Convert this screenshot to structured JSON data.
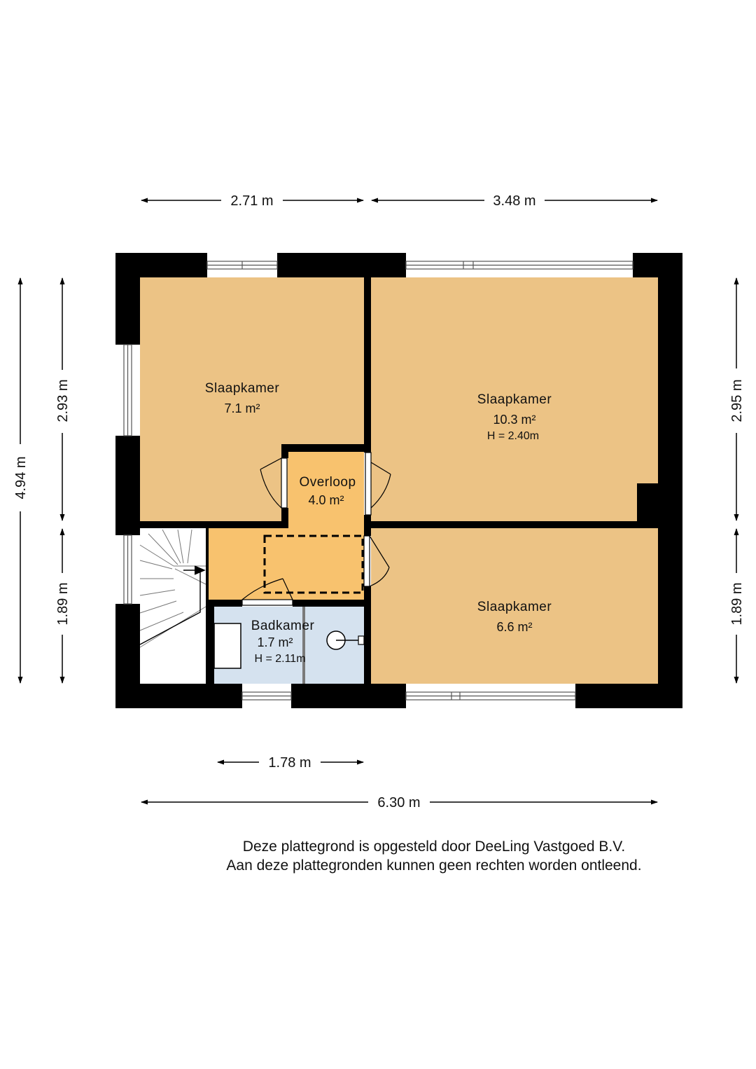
{
  "dimensions": {
    "top_left": "2.71 m",
    "top_right": "3.48 m",
    "left_total": "4.94 m",
    "left_upper": "2.93 m",
    "left_lower": "1.89 m",
    "right_upper": "2.95 m",
    "right_lower": "1.89 m",
    "bottom_partial": "1.78 m",
    "bottom_total": "6.30 m"
  },
  "rooms": {
    "bedroom_1": {
      "name": "Slaapkamer",
      "area": "7.1 m²"
    },
    "bedroom_2": {
      "name": "Slaapkamer",
      "area": "10.3 m²",
      "height": "H = 2.40m"
    },
    "landing": {
      "name": "Overloop",
      "area": "4.0 m²"
    },
    "bedroom_3": {
      "name": "Slaapkamer",
      "area": "6.6 m²"
    },
    "bathroom": {
      "name": "Badkamer",
      "area": "1.7 m²",
      "height": "H = 2.11m"
    }
  },
  "colors": {
    "bedroom": "#ecc385",
    "landing": "#f8c26e",
    "bathroom": "#d5e2ef",
    "wall": "#000000"
  },
  "disclaimer": {
    "line1": "Deze plattegrond is opgesteld door DeeLing Vastgoed B.V.",
    "line2": "Aan deze plattegronden kunnen geen rechten worden ontleend."
  }
}
